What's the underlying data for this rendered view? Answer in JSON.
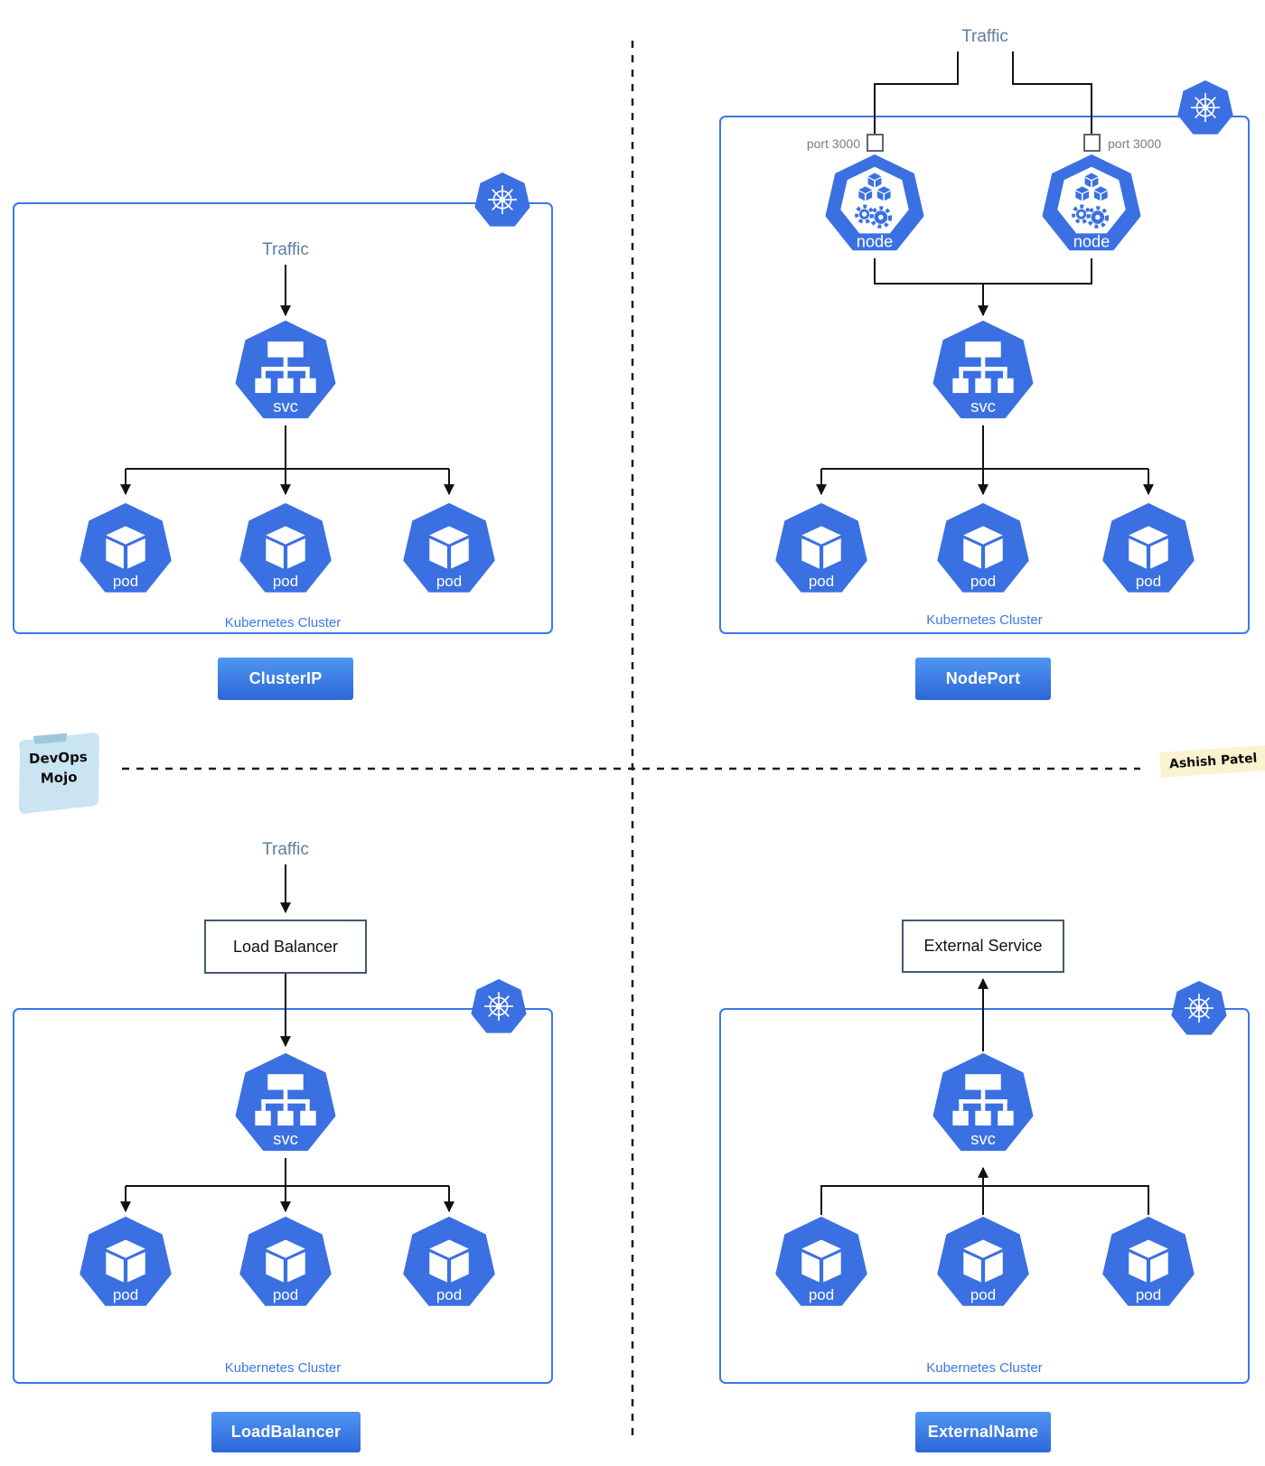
{
  "colors": {
    "k8s_blue": "#3B70E2",
    "cluster_border_blue": "#3B77E8",
    "cluster_label_blue": "#3B78E8",
    "traffic_gray_blue": "#5E7D9E",
    "line_black": "#111111",
    "badge_gradient_top": "#4F96F2",
    "badge_gradient_bottom": "#2D66D8",
    "port_label_gray": "#6F7E8E",
    "plain_box_border": "#46586E",
    "sticker_blue_bg": "#CBE4F2",
    "sticker_cream_bg": "#FBF2D0"
  },
  "labels": {
    "traffic": "Traffic",
    "svc": "svc",
    "pod": "pod",
    "node": "node",
    "port": "port 3000",
    "cluster": "Kubernetes Cluster",
    "load_balancer": "Load Balancer",
    "external_service": "External Service"
  },
  "quadrants": {
    "cluster_ip": {
      "title": "ClusterIP"
    },
    "node_port": {
      "title": "NodePort"
    },
    "load_balancer": {
      "title": "LoadBalancer"
    },
    "external_name": {
      "title": "ExternalName"
    }
  },
  "stickers": {
    "brand_line1": "DevOps",
    "brand_line2": "Mojo",
    "author": "Ashish Patel"
  }
}
